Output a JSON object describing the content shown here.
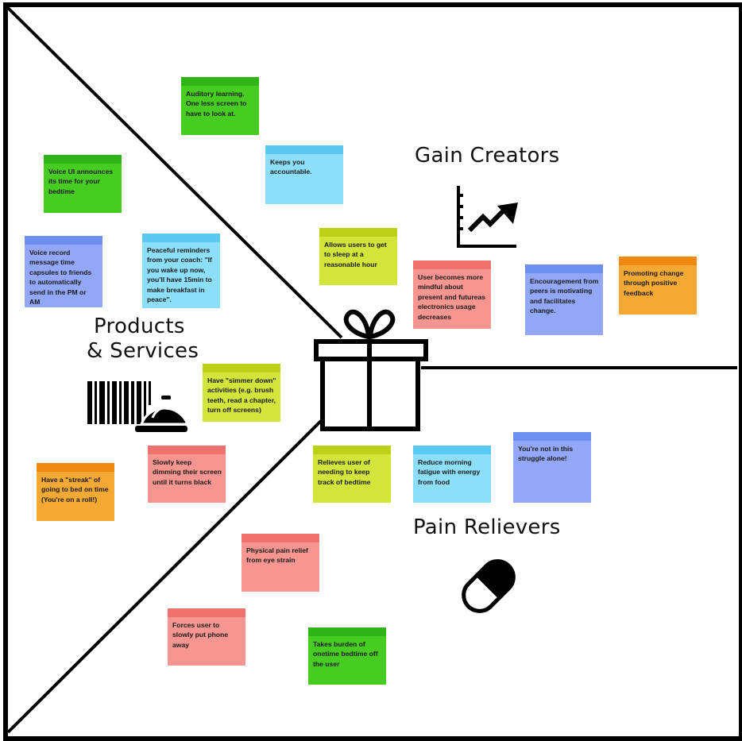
{
  "sections": {
    "gain_creators": "Gain Creators",
    "products_services_line1": "Products",
    "products_services_line2": "& Services",
    "pain_relievers": "Pain Relievers"
  },
  "icons": {
    "gain_creators": "rising-chart-icon",
    "products_services": "barcode-and-service-bell-icon",
    "center": "gift-box-icon",
    "pain_relievers": "pill-capsule-icon"
  },
  "colors": {
    "green": {
      "band": "#2fb518",
      "body": "#47cc22"
    },
    "blue": {
      "band": "#6d8ff0",
      "body": "#93a7f8"
    },
    "cyan": {
      "band": "#5ac8f0",
      "body": "#8ddff9"
    },
    "lime": {
      "band": "#bcd115",
      "body": "#d3e53a"
    },
    "pink": {
      "band": "#f0726d",
      "body": "#f79691"
    },
    "orange": {
      "band": "#f2890f",
      "body": "#f5a935"
    }
  },
  "notes": [
    {
      "id": "auditory",
      "color": "green",
      "text": "Auditory learning. One less screen to have to look at."
    },
    {
      "id": "accountable",
      "color": "cyan",
      "text": "Keeps you accountable."
    },
    {
      "id": "voice-ui",
      "color": "green",
      "text": "Voice UI announces its time for your bedtime"
    },
    {
      "id": "voice-record",
      "color": "blue",
      "text": "Voice record message time capsules to friends to automatically send in the PM or AM"
    },
    {
      "id": "peaceful",
      "color": "cyan",
      "text": "Peaceful reminders from your coach: \"If you wake up now, you'll have 15min to make breakfast in peace\"."
    },
    {
      "id": "allows-sleep",
      "color": "lime",
      "text": "Allows users to get to sleep at a reasonable hour"
    },
    {
      "id": "mindful",
      "color": "pink",
      "text": "User becomes more mindful about present and futureas electronics usage decreases"
    },
    {
      "id": "encouragement",
      "color": "blue",
      "text": "Encouragement from peers is motivating and facilitates change."
    },
    {
      "id": "promoting",
      "color": "orange",
      "text": "Promoting change through positive feedback"
    },
    {
      "id": "simmer",
      "color": "lime",
      "text": "Have \"simmer down\" activities (e.g. brush teeth, read a chapter, turn off screens)"
    },
    {
      "id": "dimming",
      "color": "pink",
      "text": "Slowly keep dimming their screen until it turns black"
    },
    {
      "id": "streak",
      "color": "orange",
      "text": "Have a \"streak\" of going to bed on time (You're on a roll!)"
    },
    {
      "id": "relieves",
      "color": "lime",
      "text": "Relieves user of needing to keep track of bedtime"
    },
    {
      "id": "morning",
      "color": "cyan",
      "text": "Reduce morning fatigue with energy from food"
    },
    {
      "id": "not-alone",
      "color": "blue",
      "text": "You're not in this struggle alone!"
    },
    {
      "id": "eye-strain",
      "color": "pink",
      "text": "Physical pain relief from eye strain"
    },
    {
      "id": "forces",
      "color": "pink",
      "text": "Forces user to slowly put phone away"
    },
    {
      "id": "burden",
      "color": "green",
      "text": "Takes burden of onetime bedtime off the user"
    }
  ]
}
